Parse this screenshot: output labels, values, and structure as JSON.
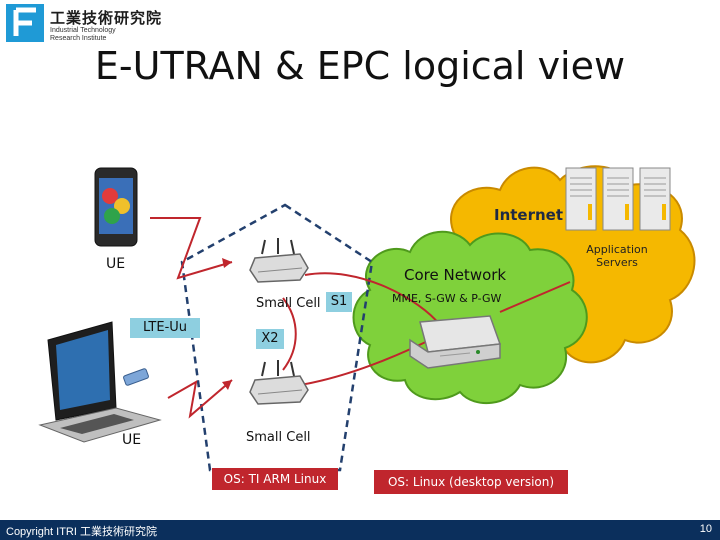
{
  "header": {
    "org_name_cn": "工業技術研究院",
    "org_name_en_line1": "Industrial Technology",
    "org_name_en_line2": "Research Institute",
    "logo_color": "#1f9ad6"
  },
  "slide": {
    "title": "E-UTRAN & EPC logical view"
  },
  "diagram": {
    "ue_top_label": "UE",
    "ue_bottom_label": "UE",
    "lte_uu_label": "LTE-Uu",
    "small_cell_top_label": "Small Cell",
    "s1_label": "S1",
    "x2_label": "X2",
    "small_cell_bottom_label": "Small Cell",
    "internet_label": "Internet",
    "app_servers_label_line1": "Application",
    "app_servers_label_line2": "Servers",
    "core_network_label": "Core Network",
    "mme_label": "MME, S-GW & P-GW",
    "os_small_cell": "OS: TI ARM Linux",
    "os_core": "OS: Linux (desktop version)",
    "colors": {
      "internet_cloud": "#f5b800",
      "core_cloud": "#7fd13b",
      "cell_boundary": "#23406e",
      "link_red": "#c0262d",
      "os_box_fill": "#c0262d",
      "highlight_box": "#8ecfe0"
    }
  },
  "footer": {
    "copyright": "Copyright ITRI 工業技術研究院",
    "page_number": "10"
  }
}
